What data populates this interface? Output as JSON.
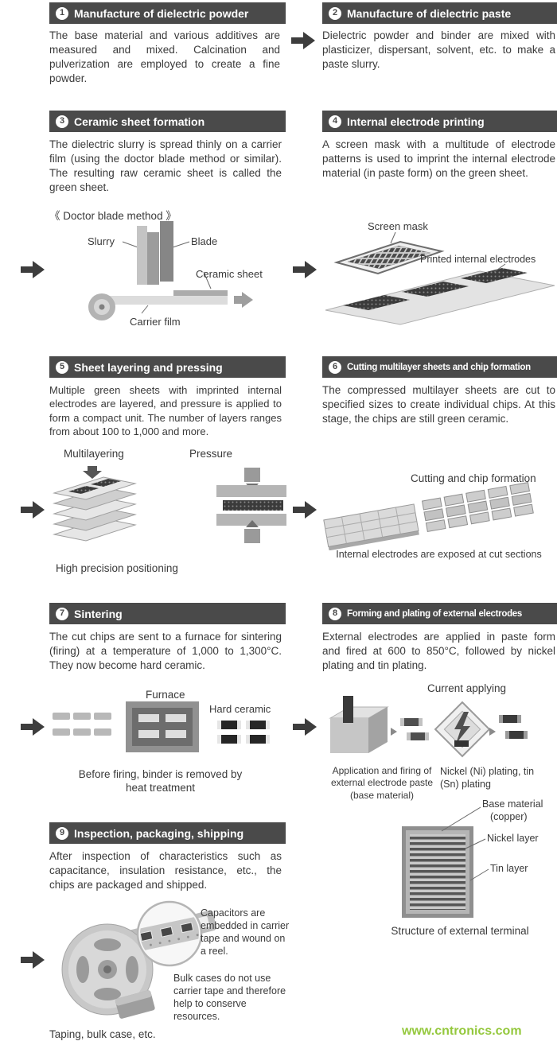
{
  "watermark": "www.cntronics.com",
  "steps": {
    "s1": {
      "badge": "1",
      "title": "Manufacture of dielectric powder",
      "body": "The base material and various additives are measured and mixed. Calcination and pulverization are employed to create a fine powder."
    },
    "s2": {
      "badge": "2",
      "title": "Manufacture of dielectric paste",
      "body": "Dielectric powder and binder are mixed with plasticizer, dispersant, solvent, etc. to make a paste slurry."
    },
    "s3": {
      "badge": "3",
      "title": "Ceramic sheet formation",
      "body": "The dielectric slurry is spread thinly on a carrier film (using the doctor blade method or similar). The resulting raw ceramic sheet is called the green sheet.",
      "diagram_title": "《 Doctor blade method 》",
      "labels": {
        "slurry": "Slurry",
        "blade": "Blade",
        "ceramic_sheet": "Ceramic sheet",
        "carrier_film": "Carrier film"
      }
    },
    "s4": {
      "badge": "4",
      "title": "Internal electrode printing",
      "body": "A screen mask with a multitude of electrode patterns is used to imprint the internal electrode material (in paste form) on the green sheet.",
      "labels": {
        "screen_mask": "Screen mask",
        "printed_electrodes": "Printed internal electrodes"
      }
    },
    "s5": {
      "badge": "5",
      "title": "Sheet layering and pressing",
      "body": "Multiple green sheets with imprinted internal electrodes are layered, and pressure is applied to form a compact unit. The number of layers ranges from about 100 to 1,000 and more.",
      "labels": {
        "multilayering": "Multilayering",
        "pressure": "Pressure",
        "caption": "High precision positioning"
      }
    },
    "s6": {
      "badge": "6",
      "title": "Cutting multilayer sheets and chip formation",
      "body": "The compressed multilayer sheets are cut to specified sizes to create individual chips. At this stage, the chips are still green ceramic.",
      "labels": {
        "cutting": "Cutting and chip formation",
        "caption": "Internal electrodes are exposed at cut sections"
      }
    },
    "s7": {
      "badge": "7",
      "title": "Sintering",
      "body": "The cut chips are sent to a furnace for sintering (firing) at a temperature of 1,000 to 1,300°C. They now become hard ceramic.",
      "labels": {
        "furnace": "Furnace",
        "hard_ceramic": "Hard ceramic",
        "caption": "Before firing, binder is removed by heat treatment"
      }
    },
    "s8": {
      "badge": "8",
      "title": "Forming and plating of external electrodes",
      "body": "External electrodes are applied in paste form and fired at 600 to 850°C, followed by nickel plating and tin plating.",
      "labels": {
        "current_applying": "Current applying",
        "paste_caption_1": "Application and firing of external electrode paste",
        "paste_caption_2": "(base material)",
        "plating_caption": "Nickel (Ni) plating, tin (Sn) plating",
        "base_material": "Base material",
        "copper": "(copper)",
        "nickel_layer": "Nickel layer",
        "tin_layer": "Tin layer",
        "structure_caption": "Structure of external terminal"
      }
    },
    "s9": {
      "badge": "9",
      "title": "Inspection, packaging, shipping",
      "body": "After inspection of characteristics such as capacitance, insulation resistance, etc., the chips are packaged and shipped.",
      "labels": {
        "taping_caption": "Capacitors are embedded in carrier tape and wound on a reel.",
        "bulk_caption": "Bulk cases do not use carrier tape and therefore help to conserve resources.",
        "bottom_caption": "Taping, bulk case, etc."
      }
    }
  }
}
